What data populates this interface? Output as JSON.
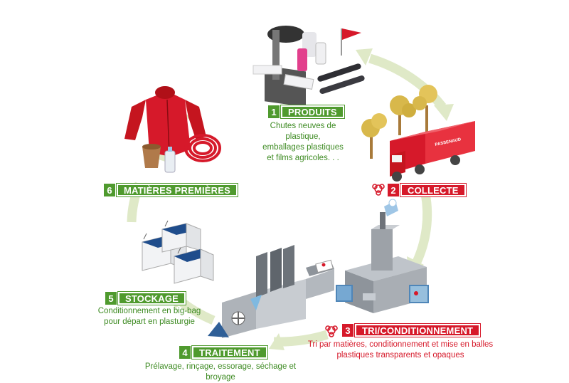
{
  "colors": {
    "green": "#4f9a2e",
    "red": "#d6192a",
    "cycle_arrow": "#dfe9c7"
  },
  "steps": [
    {
      "num": "1",
      "title": "PRODUITS",
      "color": "green",
      "desc": [
        "Chutes neuves de plastique,",
        "emballages plastiques",
        "et films agricoles. . ."
      ]
    },
    {
      "num": "2",
      "title": "COLLECTE",
      "color": "red",
      "desc": []
    },
    {
      "num": "3",
      "title": "TRI/CONDITIONNEMENT",
      "color": "red",
      "desc": [
        "Tri par matières, conditionnement et mise en balles",
        "plastiques transparents et opaques"
      ]
    },
    {
      "num": "4",
      "title": "TRAITEMENT",
      "color": "green",
      "desc": [
        "Prélavage, rinçage, essorage, séchage et broyage"
      ]
    },
    {
      "num": "5",
      "title": "STOCKAGE",
      "color": "green",
      "desc": [
        "Conditionnement en big-bag",
        "pour départ en plasturgie"
      ]
    },
    {
      "num": "6",
      "title": "MATIÈRES PREMIÈRES",
      "color": "green",
      "desc": []
    }
  ],
  "truck_brand": "PASSENAUD",
  "icons": [
    "plastic-waste-icon",
    "flag-icon",
    "truck-icon",
    "trees-icon",
    "sorting-machine-icon",
    "factory-icon",
    "big-bag-icon",
    "jacket-icon",
    "pot-icon",
    "bottle-icon",
    "hose-icon",
    "recycle-logo-icon"
  ]
}
